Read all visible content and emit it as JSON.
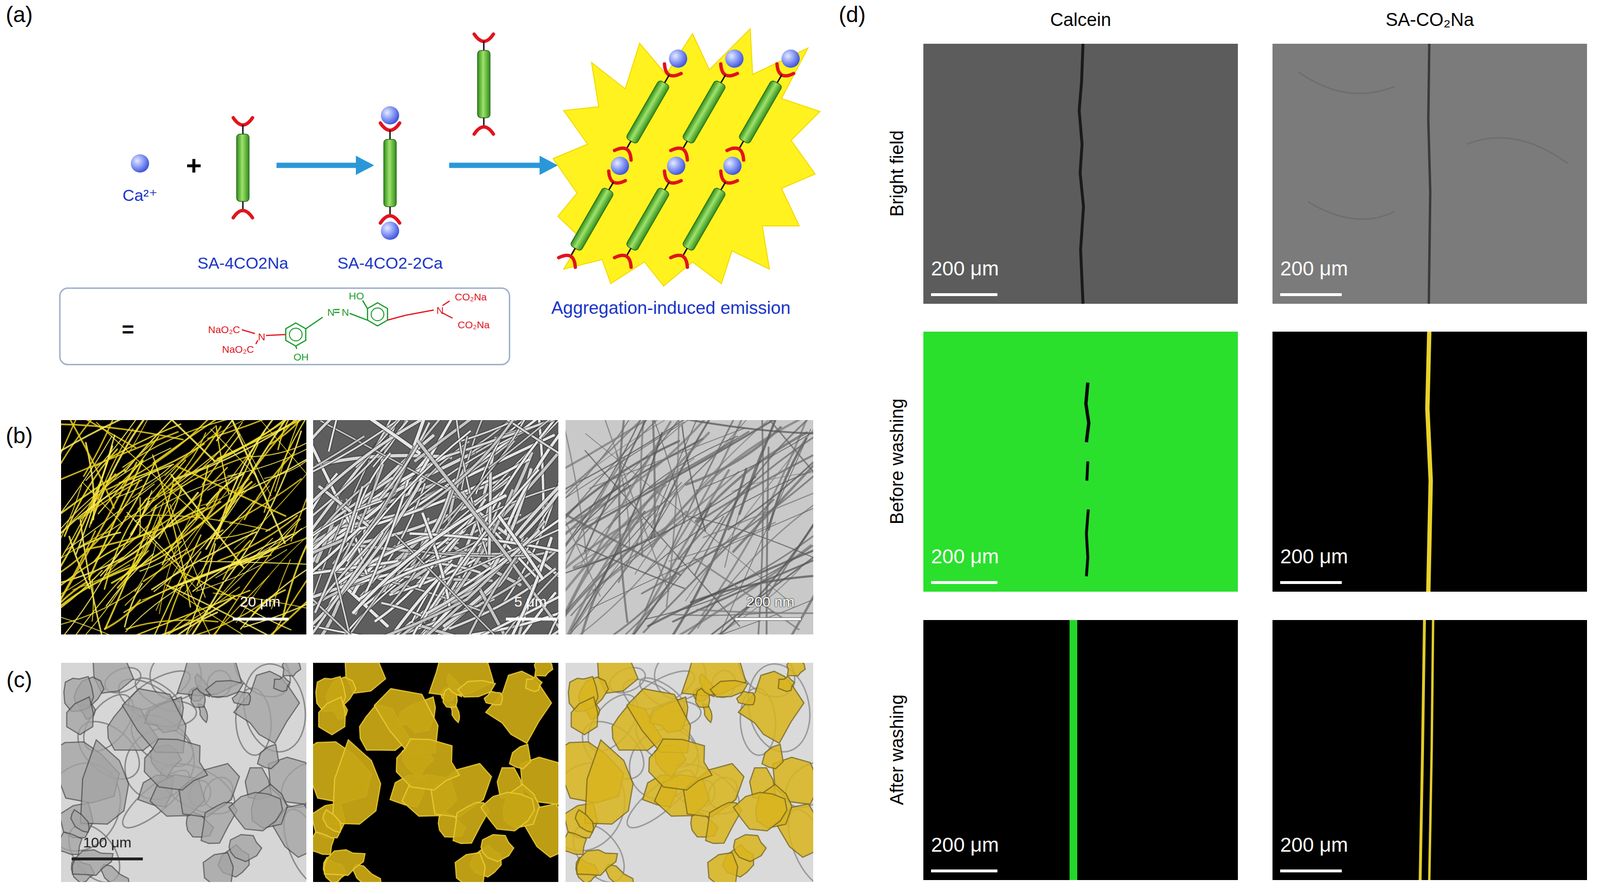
{
  "diagram": {
    "nodes": [
      {
        "text": [
          "=",
          "NaO₂C",
          "N",
          "NaO₂C",
          "HO",
          "N",
          "N",
          "OH",
          "CO₂Na",
          "N",
          "CO₂Na"
        ]
      }
    ],
    "labels": [
      "(a)",
      "Ca²⁺",
      "+",
      "SA-4CO2Na",
      "SA-4CO2-2Ca",
      "Aggregation-induced emission",
      "(b)",
      "20 μm",
      "5 μm",
      "200 nm",
      "(c)",
      "100 μm",
      "(d)",
      "Calcein",
      "SA-CO₂Na",
      "Bright field",
      "Before washing",
      "After washing",
      "200 μm",
      "200 μm",
      "200 μm",
      "200 μm",
      "200 μm",
      "200 μm"
    ]
  }
}
